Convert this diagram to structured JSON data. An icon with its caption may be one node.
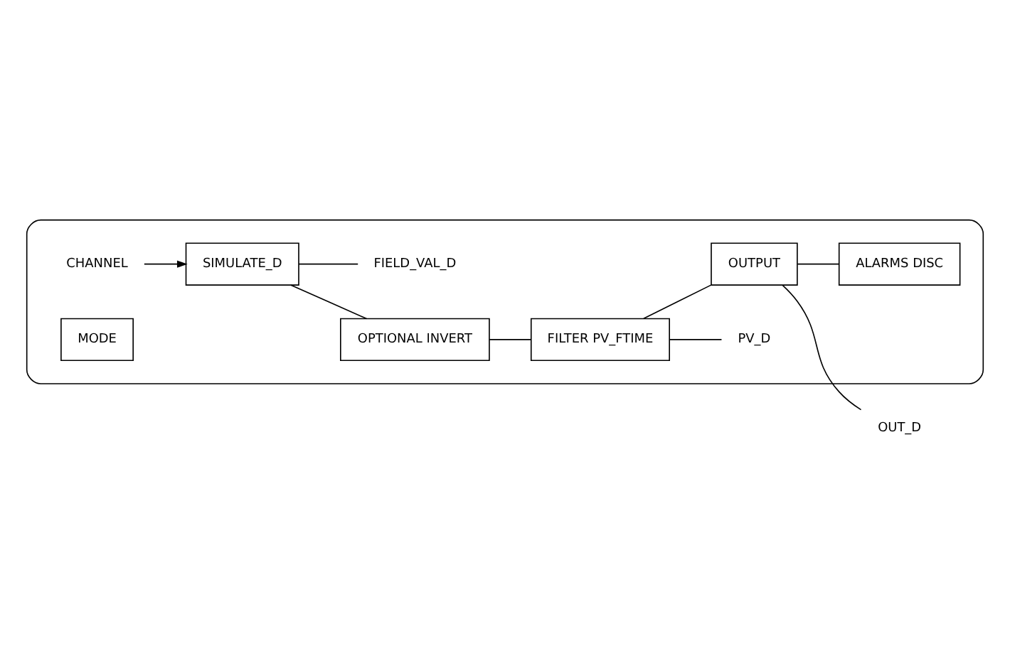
{
  "diagram": {
    "nodes": [
      {
        "text": [],
        "shape": "box"
      },
      {
        "text": [
          "CHANNEL"
        ],
        "in": 0
      },
      {
        "text": [
          "SIMULATE_D"
        ],
        "in": 0
      },
      {
        "text": [
          "OPTIONAL INVERT"
        ],
        "in": 0
      },
      {
        "text": [
          "FILTER PV_FTIME"
        ],
        "in": 0
      },
      {
        "text": [
          "PV_D"
        ],
        "in": 0
      },
      {
        "text": [
          "OUTPUT"
        ],
        "in": 0
      },
      {
        "text": [
          "OUT_D"
        ]
      },
      {
        "text": [
          "FIELD_VAL_D"
        ],
        "in": 0
      },
      {
        "text": [
          "ALARMS DISC"
        ],
        "in": 0
      },
      {
        "text": [
          "MODE"
        ],
        "in": 0
      }
    ],
    "edges": [
      {
        "from": 1,
        "to": 2,
        "arrow": "to"
      },
      {
        "from": 2,
        "to": 3,
        "arrow": "none"
      },
      {
        "from": 2,
        "to": 8,
        "arrow": "none"
      },
      {
        "from": 3,
        "to": 4,
        "arrow": "none"
      },
      {
        "from": 4,
        "to": 5,
        "arrow": "none"
      },
      {
        "from": 4,
        "to": 6,
        "arrow": "none"
      },
      {
        "from": 6,
        "to": 7,
        "arrow": "none"
      },
      {
        "from": 6,
        "to": 9,
        "arrow": "none"
      }
    ]
  }
}
